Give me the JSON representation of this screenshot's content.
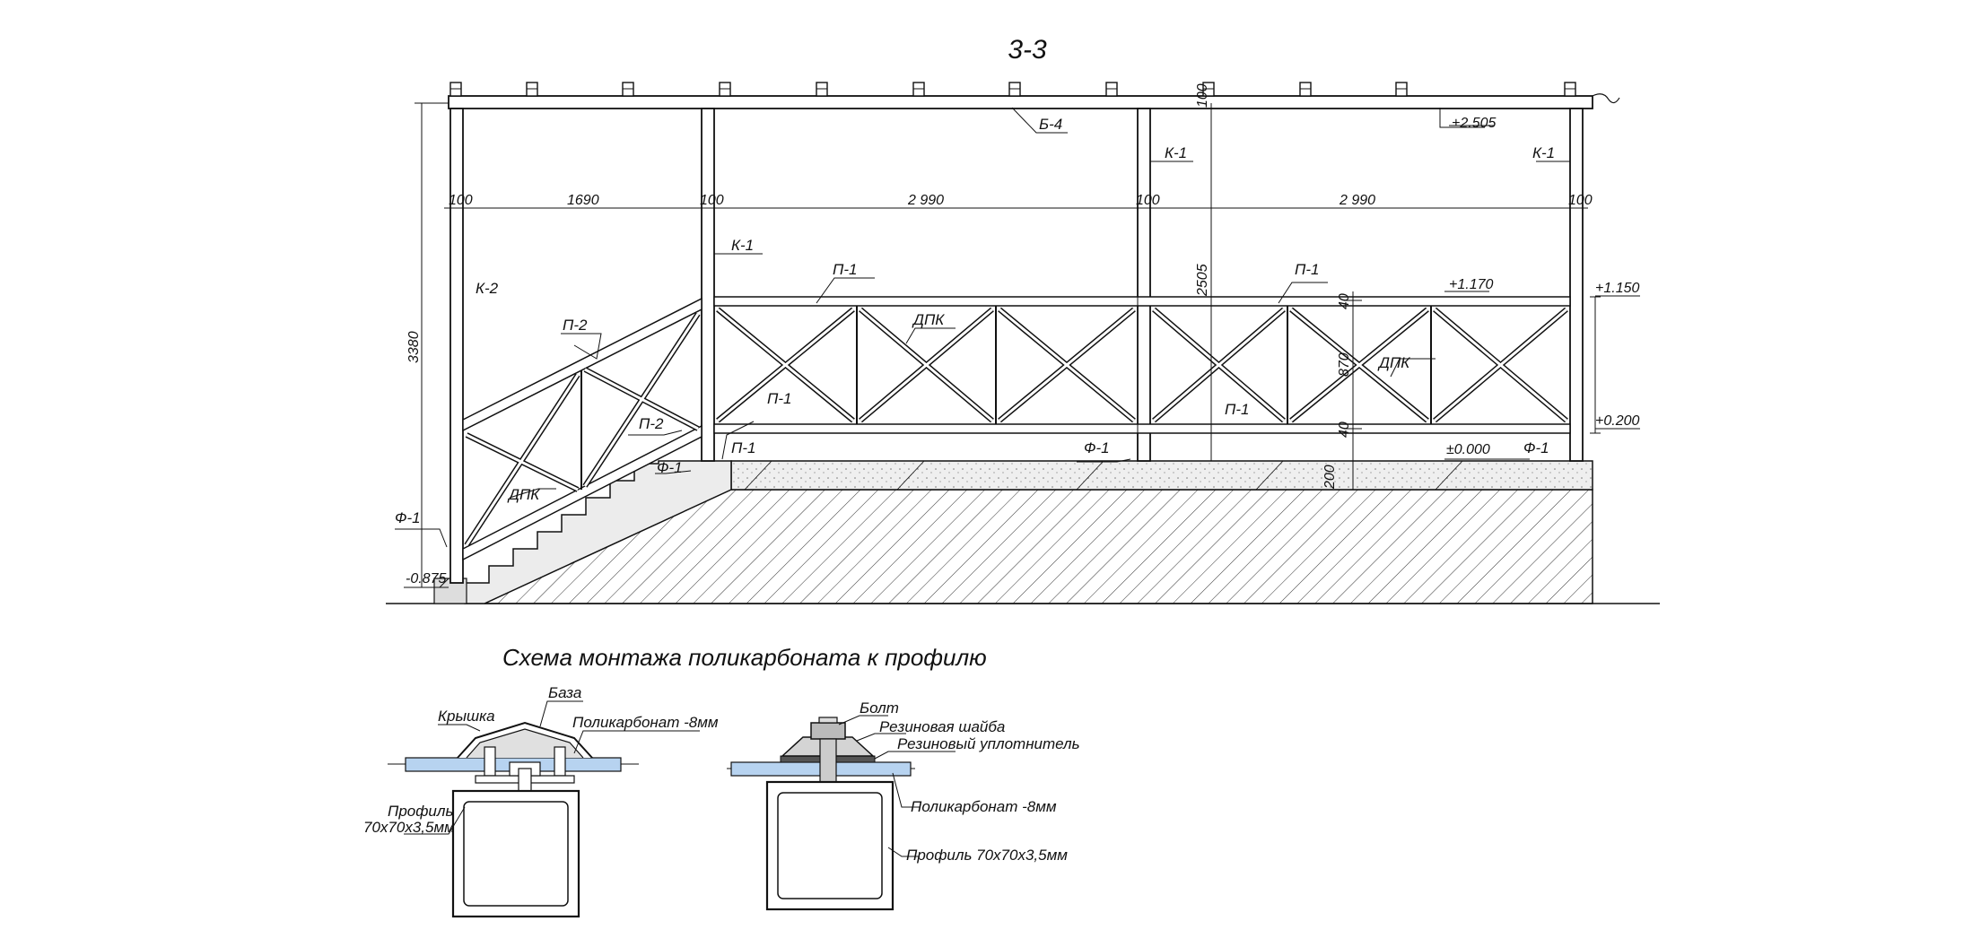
{
  "section_title": "3-3",
  "scheme_title": "Схема монтажа поликарбоната к профилю",
  "colors": {
    "line": "#111111",
    "polycarbonate": "#b7d3f0",
    "rubber": "#555555",
    "concrete": "#eeeeee"
  },
  "labels": {
    "beam": "Б-4",
    "col_k1_a": "К-1",
    "col_k1_b": "К-1",
    "col_k1_c": "К-1",
    "col_k2": "К-2",
    "rail_p1_a": "П-1",
    "rail_p1_b": "П-1",
    "rail_p1_c": "П-1",
    "rail_p1_d": "П-1",
    "rail_p1_e": "П-1",
    "rail_p2_a": "П-2",
    "rail_p2_b": "П-2",
    "dpk_a": "ДПК",
    "dpk_b": "ДПК",
    "dpk_c": "ДПК",
    "found_f1_a": "Ф-1",
    "found_f1_b": "Ф-1",
    "found_f1_c": "Ф-1",
    "found_f1_d": "Ф-1"
  },
  "levels": {
    "top": "+2.505",
    "rail_top": "+1.170",
    "rail_top_r": "+1.150",
    "rail_bottom": "+0.200",
    "floor": "±0.000",
    "ground": "-0.875"
  },
  "dims": {
    "post_a": "100",
    "span1": "1690",
    "post_b": "100",
    "span2": "2 990",
    "post_c": "100",
    "span3": "2 990",
    "post_d": "100",
    "height_total": "3380",
    "height_col": "2505",
    "beam_h": "100",
    "rail_h": "870",
    "rail_top_h": "40",
    "rail_bot_h": "40",
    "slab_h": "200"
  },
  "detail_left": {
    "cap": "Крышка",
    "base": "База",
    "polycarbonate": "Поликарбонат -8мм",
    "profile_l1": "Профиль",
    "profile_l2": "70х70х3,5мм"
  },
  "detail_right": {
    "bolt": "Болт",
    "washer": "Резиновая шайба",
    "seal": "Резиновый уплотнитель",
    "polycarbonate": "Поликарбонат -8мм",
    "profile": "Профиль 70х70х3,5мм"
  }
}
